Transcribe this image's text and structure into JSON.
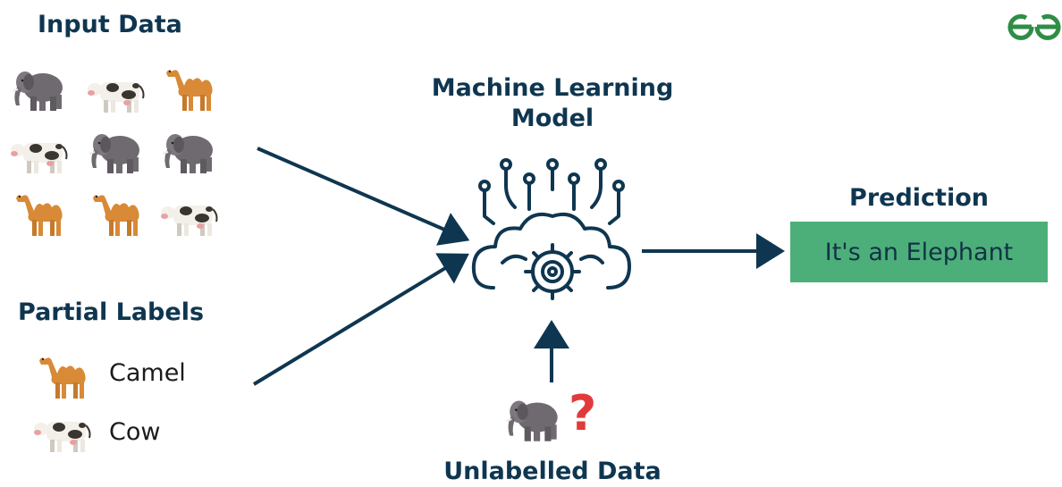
{
  "headings": {
    "input_data": "Input Data",
    "model_line1": "Machine Learning",
    "model_line2": "Model",
    "prediction": "Prediction",
    "partial_labels": "Partial Labels",
    "unlabelled": "Unlabelled Data"
  },
  "labels": {
    "camel": "Camel",
    "cow": "Cow"
  },
  "prediction_text": "It's an Elephant",
  "question_mark": "?",
  "colors": {
    "navy": "#0f3650",
    "green": "#4caf7a",
    "logo_green": "#2f8d46",
    "question_red": "#e23a3a"
  },
  "icons": [
    "geeksforgeeks-logo-icon",
    "elephant-icon",
    "cow-icon",
    "camel-icon",
    "brain-gear-icon",
    "arrow-icon"
  ]
}
